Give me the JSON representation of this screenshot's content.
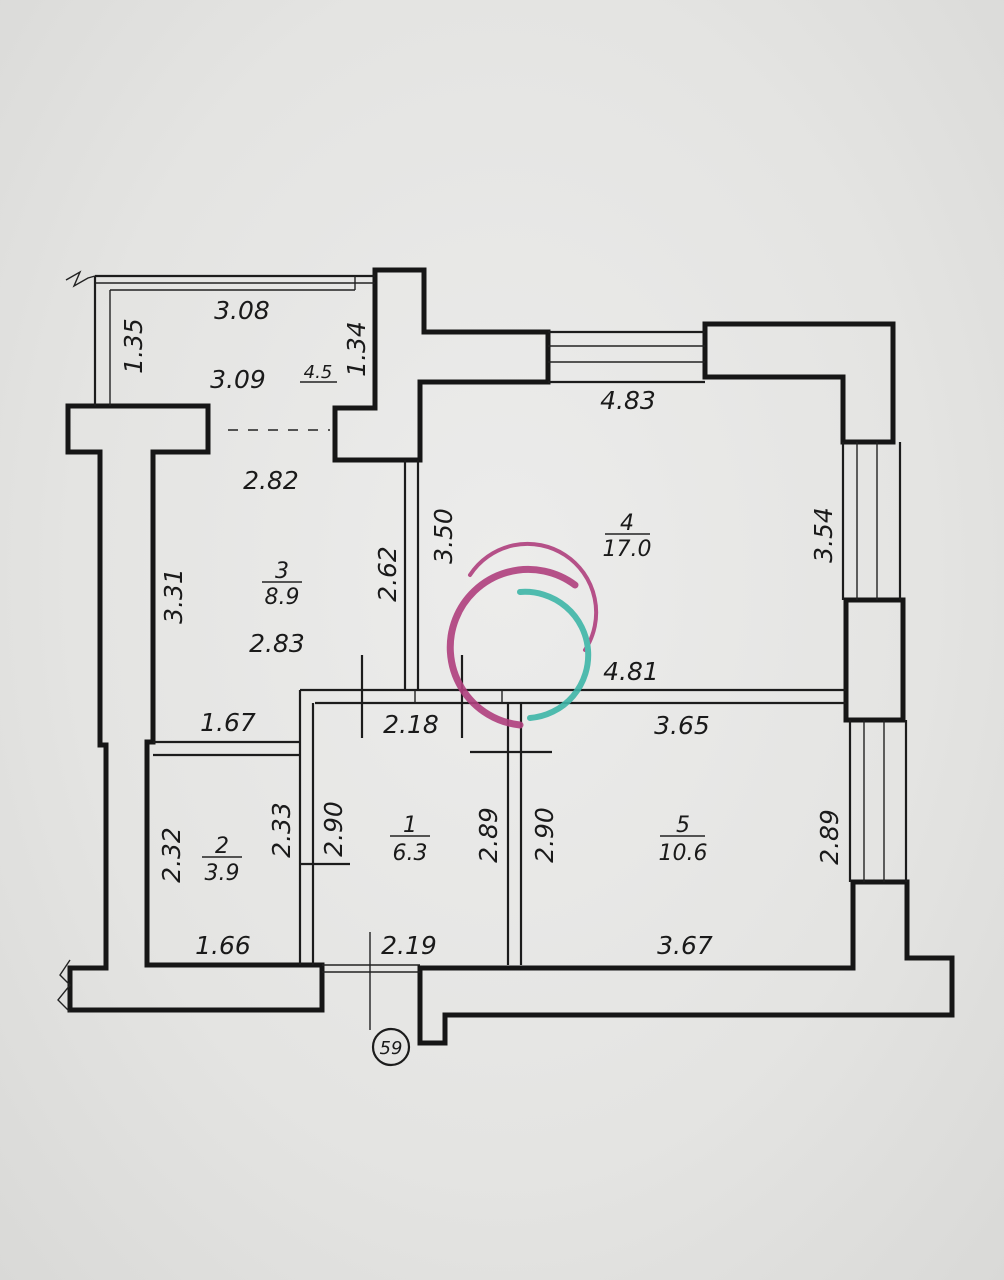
{
  "rooms": [
    {
      "id": "balcony",
      "area": "4.5"
    },
    {
      "id": "1",
      "number": "1",
      "area": "6.3"
    },
    {
      "id": "2",
      "number": "2",
      "area": "3.9"
    },
    {
      "id": "3",
      "number": "3",
      "area": "8.9"
    },
    {
      "id": "4",
      "number": "4",
      "area": "17.0"
    },
    {
      "id": "5",
      "number": "5",
      "area": "10.6"
    }
  ],
  "dimensions": {
    "balcony_top": "3.08",
    "balcony_bottom": "3.09",
    "balcony_left": "1.35",
    "balcony_right": "1.34",
    "room3_top": "2.82",
    "room3_bottom": "2.83",
    "room3_left": "3.31",
    "room3_right": "2.62",
    "room4_top": "4.83",
    "room4_bottom": "4.81",
    "room4_left": "3.50",
    "room4_right": "3.54",
    "room2_top": "1.67",
    "room2_bottom": "1.66",
    "room2_left": "2.32",
    "room2_right": "2.33",
    "room1_top": "2.18",
    "room1_bottom": "2.19",
    "room1_left": "2.90",
    "room1_right": "2.89",
    "room5_top": "3.65",
    "room5_bottom": "3.67",
    "room5_left": "2.90",
    "room5_right": "2.89"
  },
  "axis_marker": "59",
  "colors": {
    "wall": "#161616",
    "logo_magenta": "#b0407e",
    "logo_teal": "#3fb6a8"
  }
}
